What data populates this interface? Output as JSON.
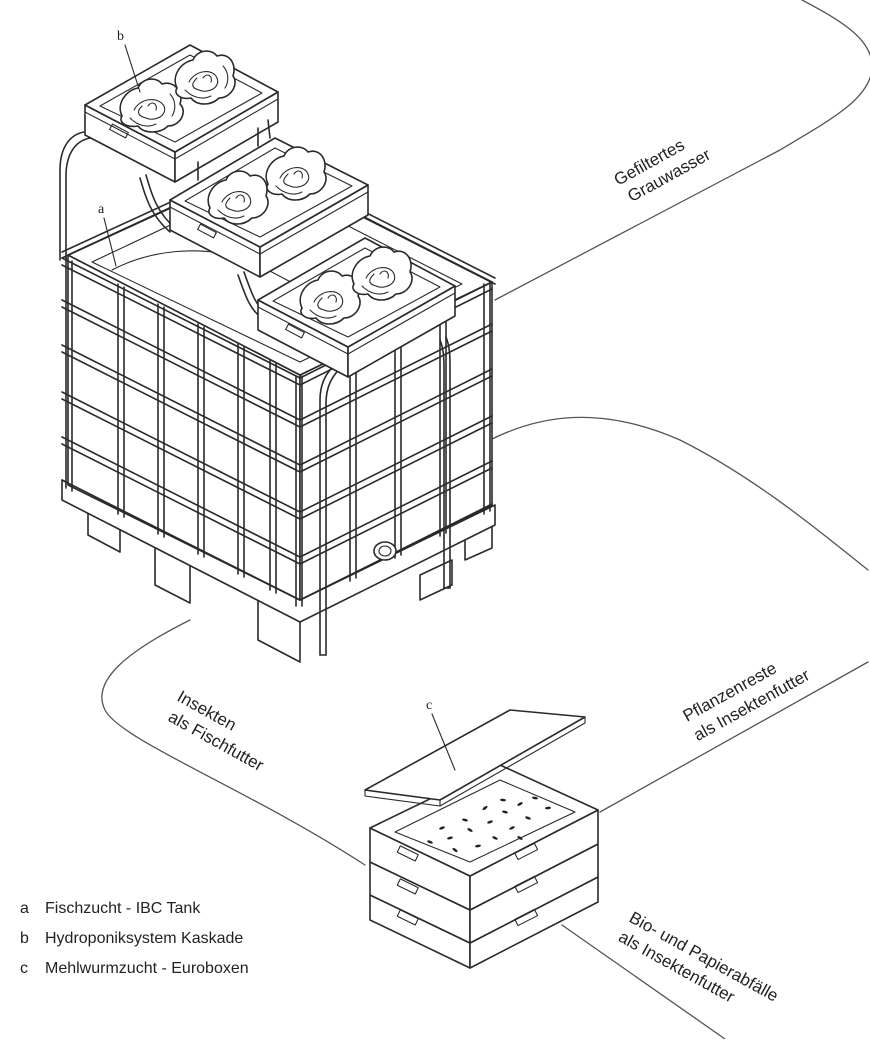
{
  "flows": {
    "grauwasser": [
      "Gefiltertes",
      "Grauwasser"
    ],
    "pflanzenreste": [
      "Pflanzenreste",
      "als Insektenfutter"
    ],
    "insekten": [
      "Insekten",
      "als Fischfutter"
    ],
    "bioabfall": [
      "Bio- und Papierabfälle",
      "als Insektenfutter"
    ]
  },
  "markers": {
    "a": "a",
    "b": "b",
    "c": "c"
  },
  "legend": [
    {
      "letter": "a",
      "label": "Fischzucht - IBC Tank"
    },
    {
      "letter": "b",
      "label": "Hydroponiksystem Kaskade"
    },
    {
      "letter": "c",
      "label": "Mehlwurmzucht - Euroboxen"
    }
  ],
  "colors": {
    "line": "#2a2a2a",
    "flow_line": "#555555",
    "text": "#222222",
    "background": "#ffffff"
  }
}
